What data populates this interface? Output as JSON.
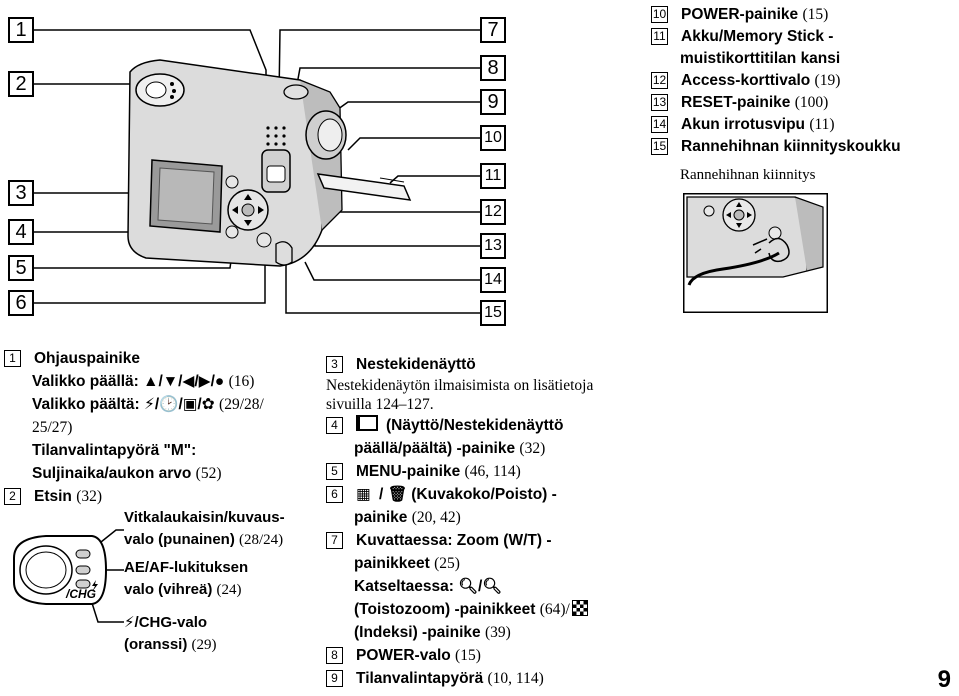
{
  "camera_callouts": {
    "left": [
      "1",
      "2",
      "3",
      "4",
      "5",
      "6"
    ],
    "right": [
      "7",
      "8",
      "9",
      "10",
      "11",
      "12",
      "13",
      "14",
      "15"
    ]
  },
  "part_list": [
    {
      "num": "10",
      "label": "POWER-painike",
      "ref": "(15)"
    },
    {
      "num": "11",
      "label": "Akku/Memory Stick -",
      "ref": ""
    },
    {
      "num": "",
      "label": "muistikorttitilan kansi",
      "ref": ""
    },
    {
      "num": "12",
      "label": "Access-korttivalo",
      "ref": "(19)"
    },
    {
      "num": "13",
      "label": "RESET-painike",
      "ref": "(100)"
    },
    {
      "num": "14",
      "label": "Akun irrotusvipu",
      "ref": "(11)"
    },
    {
      "num": "15",
      "label": "Rannehihnan kiinnityskoukku",
      "ref": ""
    }
  ],
  "strap_caption": "Rannehihnan kiinnitys",
  "left_column": {
    "item1_num": "1",
    "item1_title": "Ohjauspainike",
    "item1_line1_text": "Valikko päällä: ▲/▼/◀/▶/●",
    "item1_line1_ref": "(16)",
    "item1_line2_text": "Valikko päältä: ⚡/🕑/▣/✿",
    "item1_line2_ref": "(29/28/",
    "item1_line3": "25/27)",
    "item1_line4": "Tilanvalintapyörä \"M\":",
    "item1_line5_text": "Suljinaika/aukon arvo",
    "item1_line5_ref": "(52)",
    "item2_num": "2",
    "item2_title": "Etsin",
    "item2_ref": "(32)"
  },
  "viewfinder": {
    "lamp1_line1": "Vitkalaukaisin/kuvaus-",
    "lamp1_line2_text": "valo (punainen)",
    "lamp1_line2_ref": "(28/24)",
    "lamp2_line1": "AE/AF-lukituksen",
    "lamp2_line2_text": "valo (vihreä)",
    "lamp2_line2_ref": "(24)",
    "lamp3_line1": "⚡/CHG-valo",
    "lamp3_line2_text": "(oranssi)",
    "lamp3_line2_ref": "(29)",
    "chg_label": "/CHG"
  },
  "middle_column": {
    "i3_num": "3",
    "i3_title": "Nestekidenäyttö",
    "i3_desc1": "Nestekidenäytön ilmaisimista on lisätietoja",
    "i3_desc2": "sivuilla 124–127.",
    "i4_num": "4",
    "i4_line1": "(Näyttö/Nestekidenäyttö",
    "i4_line2_text": "päällä/päältä) -painike",
    "i4_line2_ref": "(32)",
    "i5_num": "5",
    "i5_text": "MENU-painike",
    "i5_ref": "(46, 114)",
    "i6_num": "6",
    "i6_line1": "(Kuvakoko/Poisto) -",
    "i6_line2_text": "painike",
    "i6_line2_ref": "(20, 42)",
    "i7_num": "7",
    "i7_line1": "Kuvattaessa: Zoom (W/T) -",
    "i7_line2_text": "painikkeet",
    "i7_line2_ref": "(25)",
    "i7_line3": "Katseltaessa:",
    "i7_line4_text": "(Toistozoom) -painikkeet",
    "i7_line4_ref": "(64)/",
    "i7_line5_text": "(Indeksi) -painike",
    "i7_line5_ref": "(39)",
    "i8_num": "8",
    "i8_text": "POWER-valo",
    "i8_ref": "(15)",
    "i9_num": "9",
    "i9_text": "Tilanvalintapyörä",
    "i9_ref": "(10, 114)"
  },
  "page_number": "9"
}
